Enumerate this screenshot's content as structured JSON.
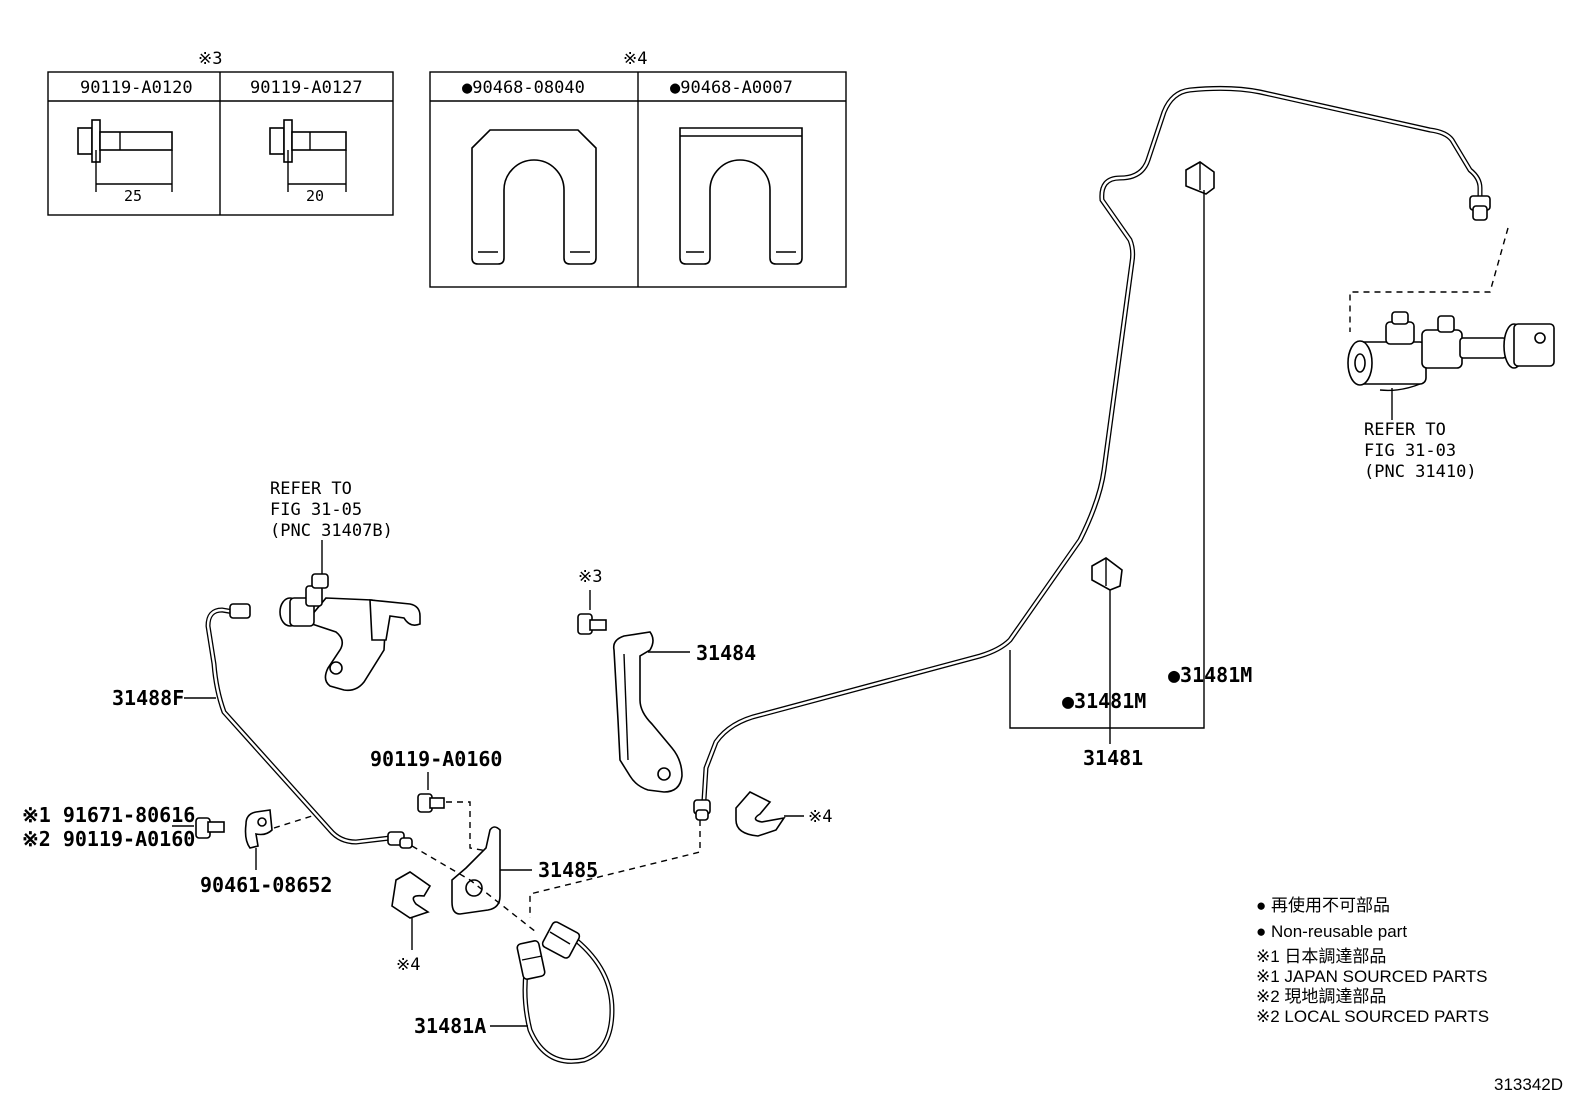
{
  "boxes": {
    "box3": {
      "mark": "※3",
      "left": {
        "part": "90119-A0120",
        "dim": "25"
      },
      "right": {
        "part": "90119-A0127",
        "dim": "20"
      }
    },
    "box4": {
      "mark": "※4",
      "left": {
        "part": "●90468-08040"
      },
      "right": {
        "part": "●90468-A0007"
      }
    }
  },
  "labels": {
    "refer_right": [
      "REFER TO",
      "FIG 31-03",
      "(PNC 31410)"
    ],
    "refer_left": [
      "REFER TO",
      "FIG 31-05",
      "(PNC 31407B)"
    ],
    "p31488F": "31488F",
    "p31484": "31484",
    "p31484_mark": "※3",
    "p90119_A0160": "90119-A0160",
    "p91671": "※1 91671-80616",
    "p90119_A0160_b": "※2 90119-A0160",
    "p90461": "90461-08652",
    "p31485": "31485",
    "clip_mark_left": "※4",
    "clip_mark_right": "※4",
    "p31481A": "31481A",
    "p31481M_a": "●31481M",
    "p31481M_b": "●31481M",
    "p31481": "31481"
  },
  "legend": [
    "● 再使用不可部品",
    "● Non-reusable part",
    "※1  日本調達部品",
    "※1  JAPAN SOURCED PARTS",
    "※2  現地調達部品",
    "※2  LOCAL SOURCED PARTS"
  ],
  "figure_code": "313342D"
}
